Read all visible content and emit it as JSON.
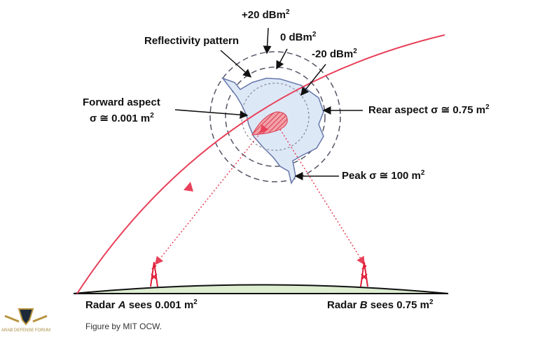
{
  "labels": {
    "plus20": "+20 dBm",
    "zero": "0 dBm",
    "minus20": "-20 dBm",
    "sq": "2",
    "reflectivity": "Reflectivity pattern",
    "forward1": "Forward aspect",
    "forward2": "σ ≅ 0.001 m",
    "rear": "Rear aspect σ ≅ 0.75 m",
    "peak": "Peak σ ≅ 100 m",
    "radarA_pre": "Radar ",
    "radarA_letter": "A",
    "radarA_post": " sees 0.001 m",
    "radarB_pre": "Radar ",
    "radarB_letter": "B",
    "radarB_post": " sees 0.75 m"
  },
  "caption": "Figure by MIT OCW.",
  "logo_text": "ARAB DEFENSE FORUM",
  "colors": {
    "trajectory": "#e8415a",
    "pattern_fill": "#dde8f7",
    "pattern_stroke": "#6677aa",
    "ground": "#dcedd0"
  }
}
